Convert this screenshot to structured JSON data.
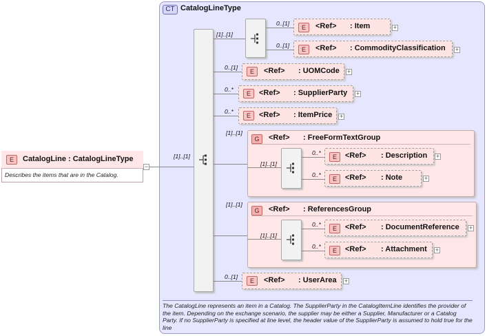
{
  "complex_type": {
    "badge": "CT",
    "name": "CatalogLineType"
  },
  "root": {
    "badge": "E",
    "label": "CatalogLine : CatalogLineType",
    "doc": "Describes the items that are in the Catalog."
  },
  "main_sequence_occurrence": "[1]..[1]",
  "inner_sequence_occurrence": "[1]..[1]",
  "elements": {
    "item": {
      "badge": "E",
      "ref": "<Ref>",
      "name": ": Item",
      "occ": "0..[1]"
    },
    "commodity": {
      "badge": "E",
      "ref": "<Ref>",
      "name": ": CommodityClassification",
      "occ": "0..[1]"
    },
    "uomcode": {
      "badge": "E",
      "ref": "<Ref>",
      "name": ": UOMCode",
      "occ": "0..[1]"
    },
    "supplierparty": {
      "badge": "E",
      "ref": "<Ref>",
      "name": ": SupplierParty",
      "occ": "0..*"
    },
    "itemprice": {
      "badge": "E",
      "ref": "<Ref>",
      "name": ": ItemPrice",
      "occ": "0..*"
    },
    "userarea": {
      "badge": "E",
      "ref": "<Ref>",
      "name": ": UserArea",
      "occ": "0..[1]"
    }
  },
  "groups": {
    "freeform": {
      "badge": "G",
      "ref": "<Ref>",
      "name": ": FreeFormTextGroup",
      "occ": "[1]..[1]",
      "seq_occ": "[1]..[1]",
      "children": {
        "description": {
          "badge": "E",
          "ref": "<Ref>",
          "name": ": Description",
          "occ": "0..*"
        },
        "note": {
          "badge": "E",
          "ref": "<Ref>",
          "name": ": Note",
          "occ": "0..*"
        }
      }
    },
    "references": {
      "badge": "G",
      "ref": "<Ref>",
      "name": ": ReferencesGroup",
      "occ": "[1]..[1]",
      "seq_occ": "[1]..[1]",
      "children": {
        "documentreference": {
          "badge": "E",
          "ref": "<Ref>",
          "name": ": DocumentReference",
          "occ": "0..*"
        },
        "attachment": {
          "badge": "E",
          "ref": "<Ref>",
          "name": ": Attachment",
          "occ": "0..*"
        }
      }
    }
  },
  "plus_symbol": "+",
  "minus_symbol": "−",
  "ct_doc": "The CatalogLine represents an item in a Catalog. The SupplierParty in the CatalogItemLine identifies the provider of the item. Depending on the exchange scenario, the supplier may be either a Supplier, Manufacturer or a Catalog Party. If no SupplierParty is specified at line level, the header value of the SupplierParty is assumed to hold true for the line"
}
